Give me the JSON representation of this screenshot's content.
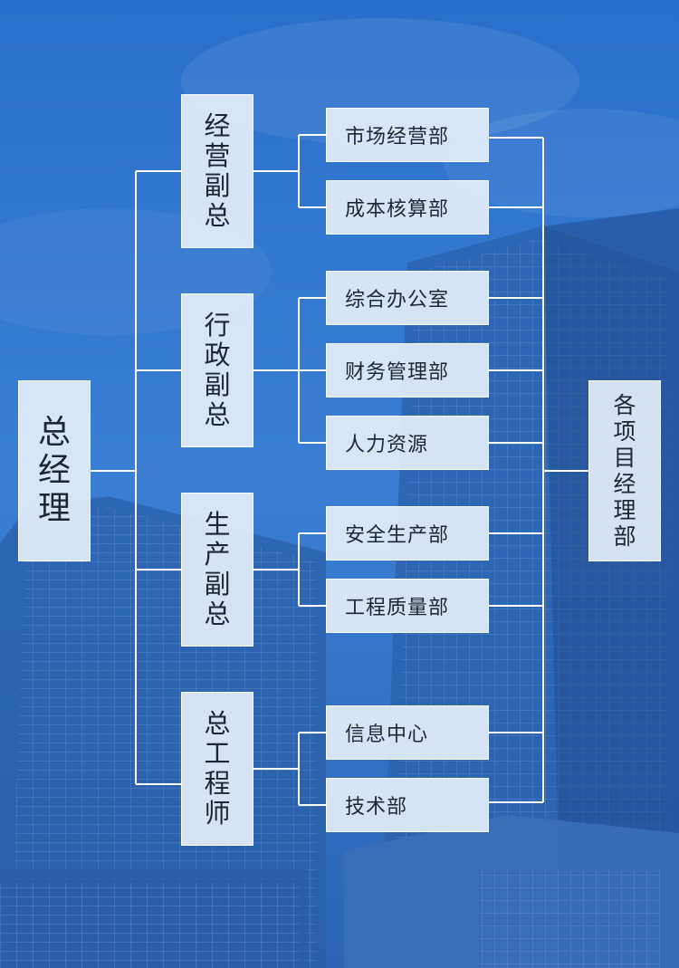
{
  "chart": {
    "root": "总经理",
    "project_dept": "各项目经理部",
    "vps": [
      {
        "title": "经营副总",
        "departments": [
          "市场经营部",
          "成本核算部"
        ]
      },
      {
        "title": "行政副总",
        "departments": [
          "综合办公室",
          "财务管理部",
          "人力资源"
        ]
      },
      {
        "title": "生产副总",
        "departments": [
          "安全生产部",
          "工程质量部"
        ]
      },
      {
        "title": "总工程师",
        "departments": [
          "信息中心",
          "技术部"
        ]
      }
    ]
  },
  "colors": {
    "background": "#2f72c8",
    "box_fill": "#e4eefa",
    "connector": "#ffffff",
    "text": "#1f2633"
  }
}
